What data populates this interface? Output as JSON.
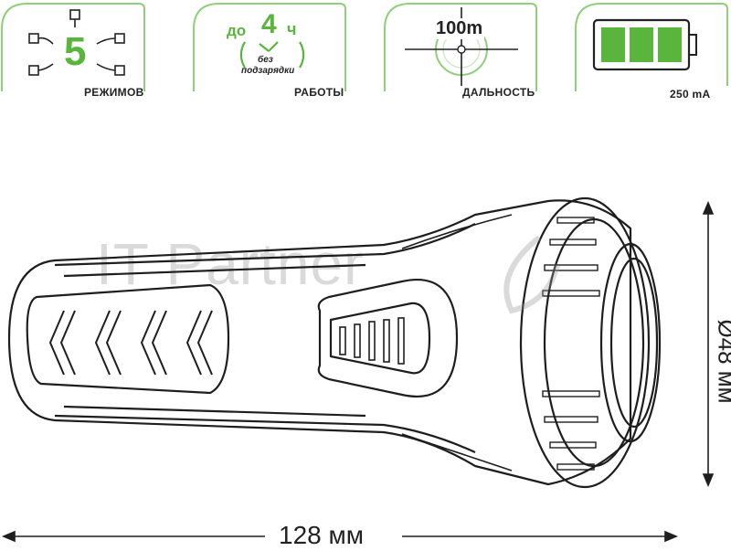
{
  "badges": [
    {
      "id": "modes",
      "number": "5",
      "label": "РЕЖИМОВ",
      "icon": "modes-icon"
    },
    {
      "id": "runtime",
      "prefix": "до",
      "number": "4",
      "unit": "ч",
      "sub1": "без",
      "sub2": "подзарядки",
      "label": "РАБОТЫ",
      "icon": "clock-icon"
    },
    {
      "id": "range",
      "number": "100m",
      "label": "ДАЛЬНОСТЬ",
      "icon": "crosshair-icon"
    },
    {
      "id": "battery",
      "label": "250 mA",
      "icon": "battery-icon",
      "level": 1.0
    }
  ],
  "dimensions": {
    "length": "128 мм",
    "diameter": "Ø48 мм"
  },
  "watermark": "IT Partner",
  "colors": {
    "accent": "#59b53b",
    "stroke": "#222222",
    "frame": "#8fcf7a"
  }
}
